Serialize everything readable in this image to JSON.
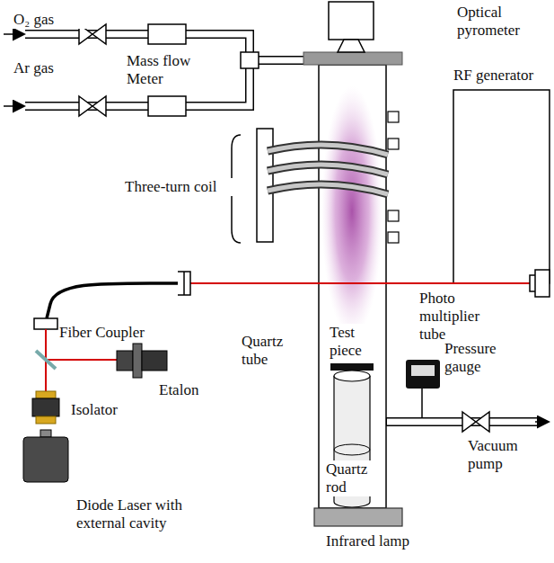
{
  "diagram": {
    "labels": [
      "O₂ gas",
      "Optical pyrometer",
      "Mass flow Meter",
      "RF generator",
      "Ar gas",
      "Three-turn coil",
      "Photo multiplier tube",
      "Fiber Coupler",
      "Quartz tube",
      "Test piece",
      "Pressure gauge",
      "Etalon",
      "Isolator",
      "Vacuum pump",
      "Quartz rod",
      "Diode Laser with external cavity",
      "Infrared lamp"
    ]
  }
}
